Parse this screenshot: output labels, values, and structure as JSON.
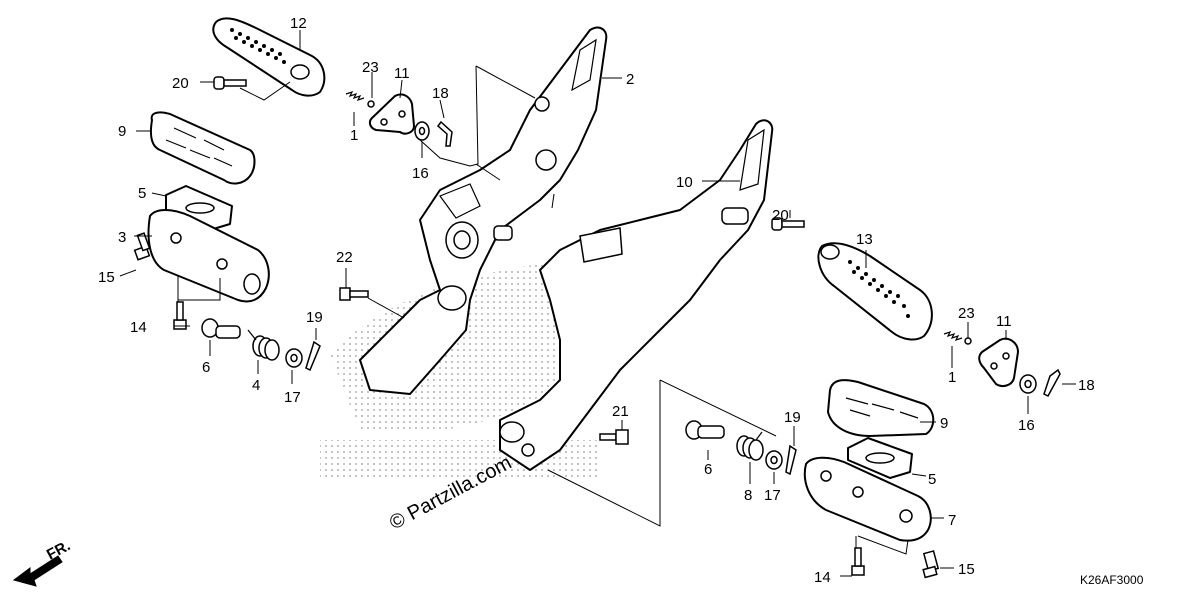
{
  "watermark": "© Partzilla.com",
  "drawing_code": "K26AF3000",
  "direction_arrow": {
    "label": "FR.",
    "icon": "front-direction-arrow-icon"
  },
  "callouts": {
    "c12": "12",
    "c20a": "20",
    "c23a": "23",
    "c11a": "11",
    "c18a": "18",
    "c1a": "1",
    "c16a": "16",
    "c2": "2",
    "c9a": "9",
    "c5a": "5",
    "c3": "3",
    "c15a": "15",
    "c14a": "14",
    "c6a": "6",
    "c4": "4",
    "c17a": "17",
    "c19a": "19",
    "c22": "22",
    "c10": "10",
    "c20b": "20",
    "c13": "13",
    "c23b": "23",
    "c11b": "11",
    "c1b": "1",
    "c16b": "16",
    "c18b": "18",
    "c9b": "9",
    "c5b": "5",
    "c7": "7",
    "c14b": "14",
    "c15b": "15",
    "c21": "21",
    "c19b": "19",
    "c6b": "6",
    "c8": "8",
    "c17b": "17"
  }
}
